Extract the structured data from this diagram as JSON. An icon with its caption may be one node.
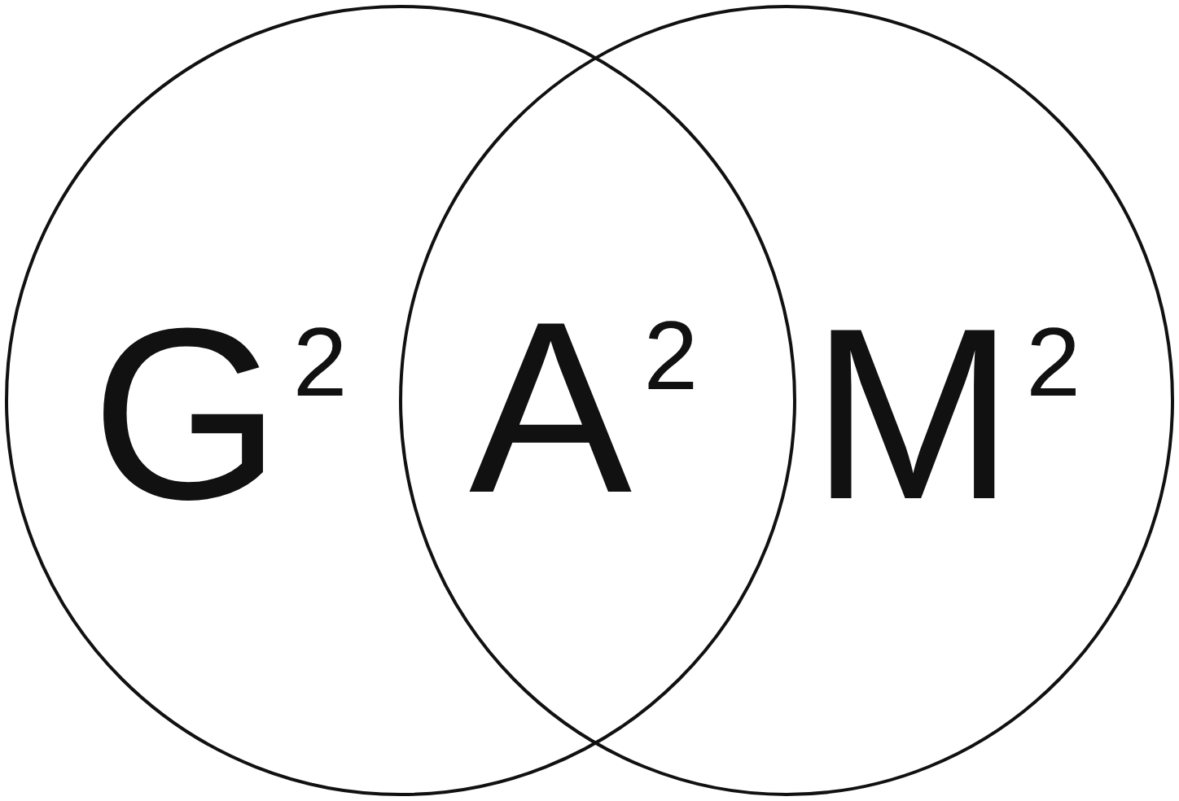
{
  "diagram": {
    "nodes": [
      {
        "text": [
          "G$^{2}$"
        ]
      },
      {
        "text": [
          "A$^{2}$"
        ]
      },
      {
        "text": [
          "M$^{2}$"
        ]
      }
    ],
    "edges": []
  }
}
